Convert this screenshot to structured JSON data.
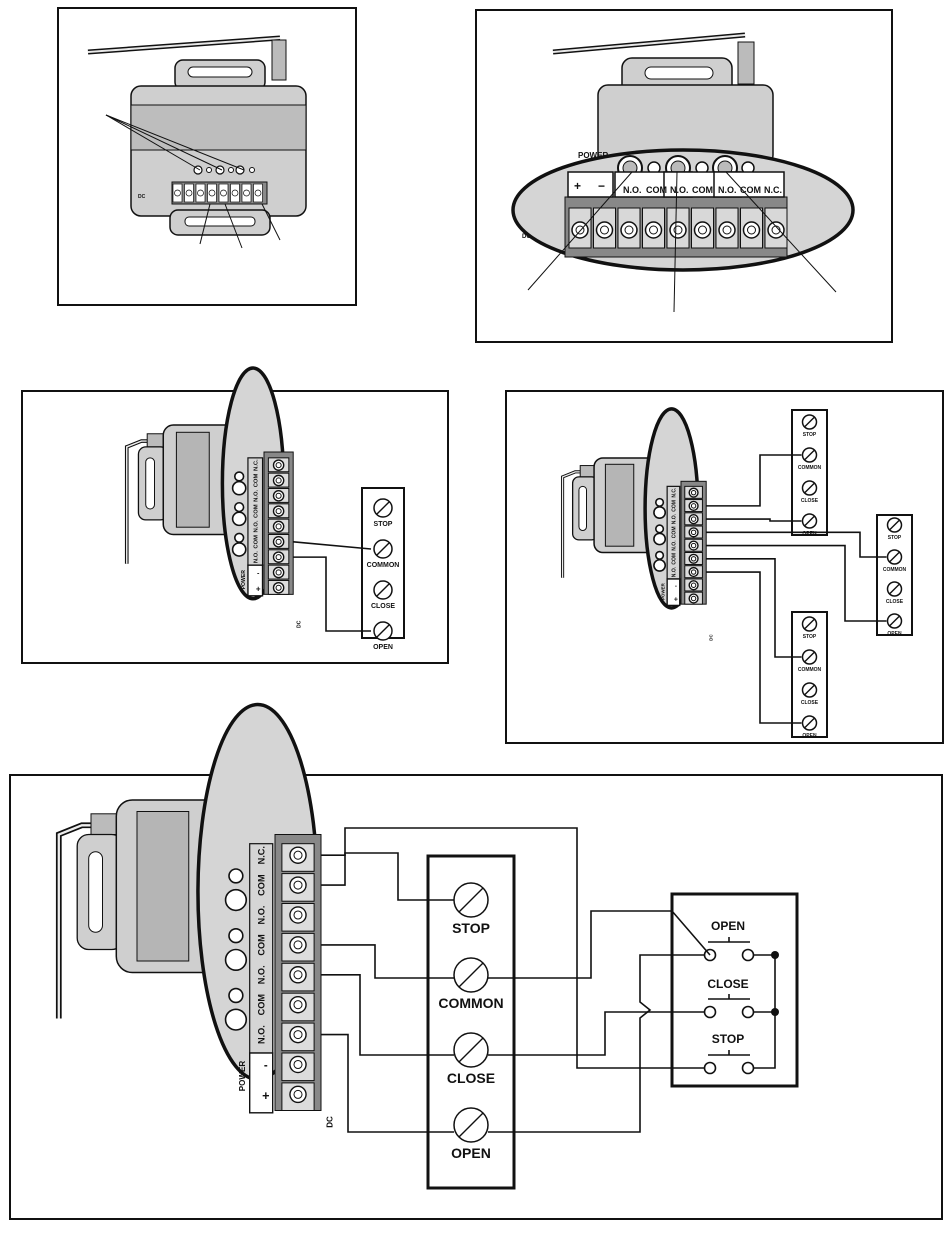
{
  "receiver": {
    "power_label": "POWER",
    "plus": "+",
    "minus": "−",
    "minus_ascii": "-",
    "dc_label": "DC",
    "no_label": "N.O.",
    "com_label": "COM",
    "nc_label": "N.C."
  },
  "station": {
    "stop": "STOP",
    "common": "COMMON",
    "close": "CLOSE",
    "open": "OPEN"
  },
  "pushbutton": {
    "open": "OPEN",
    "close": "CLOSE",
    "stop": "STOP"
  },
  "colors": {
    "ink": "#111111",
    "housing": "#cfcfcf",
    "housing_dark": "#a9a9a9",
    "paper": "#ffffff"
  }
}
